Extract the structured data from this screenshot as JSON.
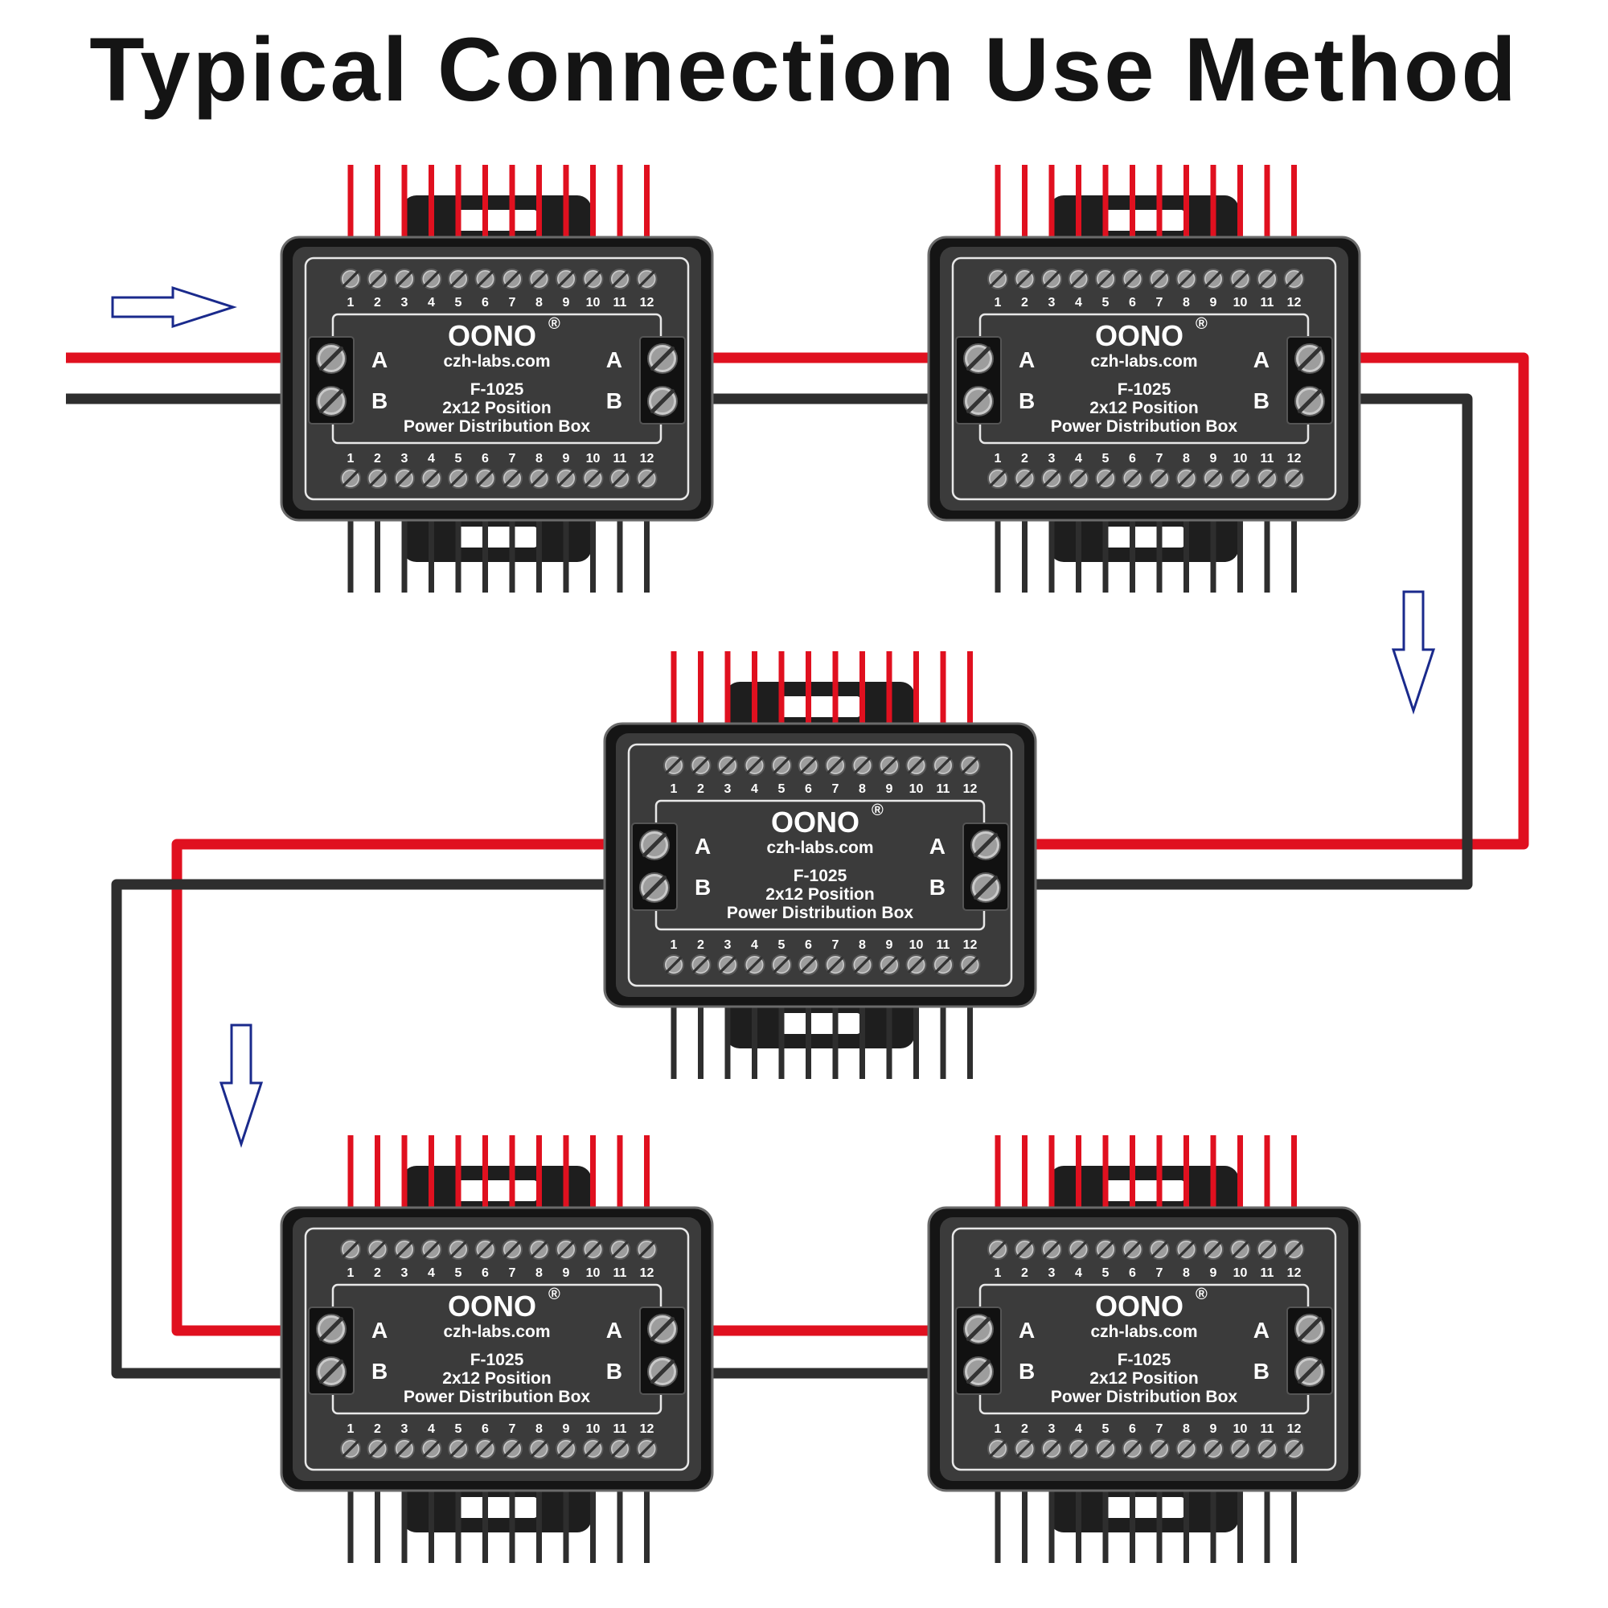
{
  "title": "Typical Connection Use Method",
  "colors": {
    "positive_wire": "#e0101f",
    "negative_wire": "#2e2e2e",
    "box_body": "#151515",
    "box_panel": "#3b3b3b",
    "arrow_outline": "#1a2a8c",
    "background": "#ffffff"
  },
  "box": {
    "brand": "OONO",
    "registered_mark": "®",
    "website": "czh-labs.com",
    "model": "F-1025",
    "position_text": "2x12 Position",
    "description": "Power Distribution Box",
    "terminal_a_label": "A",
    "terminal_b_label": "B",
    "terminal_numbers": [
      "1",
      "2",
      "3",
      "4",
      "5",
      "6",
      "7",
      "8",
      "9",
      "10",
      "11",
      "12"
    ]
  },
  "boxes": [
    {
      "id": "box-1"
    },
    {
      "id": "box-2"
    },
    {
      "id": "box-3"
    },
    {
      "id": "box-4"
    },
    {
      "id": "box-5"
    }
  ],
  "arrows": [
    {
      "direction": "right"
    },
    {
      "direction": "down"
    },
    {
      "direction": "down"
    }
  ]
}
